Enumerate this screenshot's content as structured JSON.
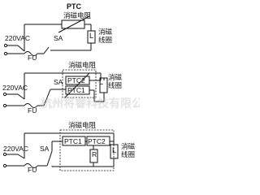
{
  "circuit1": {
    "ptc_label": "PTC",
    "resistor_label": "消磁电阻",
    "voltage": "220VAC",
    "switch": "SA",
    "coil": "L",
    "coil_name_1": "消磁",
    "coil_name_2": "线圈",
    "fuse": "FU"
  },
  "circuit2": {
    "resistor_label": "消磁电阻",
    "ptc2": "PTC2",
    "ptc1": "PTC1",
    "voltage": "220VAC",
    "switch": "SA",
    "coil": "L",
    "coil_name_1": "消磁",
    "coil_name_2": "线圈",
    "fuse": "FU"
  },
  "circuit3": {
    "resistor_label": "消磁电阻",
    "voltage": "220VAC",
    "switch": "SA",
    "ptc1": "PTC1",
    "ptc2": "PTC2",
    "r": "R",
    "coil": "L",
    "coil_name_1": "消磁",
    "coil_name_2": "线圈",
    "fuse": "FU"
  },
  "watermark": "杭州将睿科技有限公司"
}
